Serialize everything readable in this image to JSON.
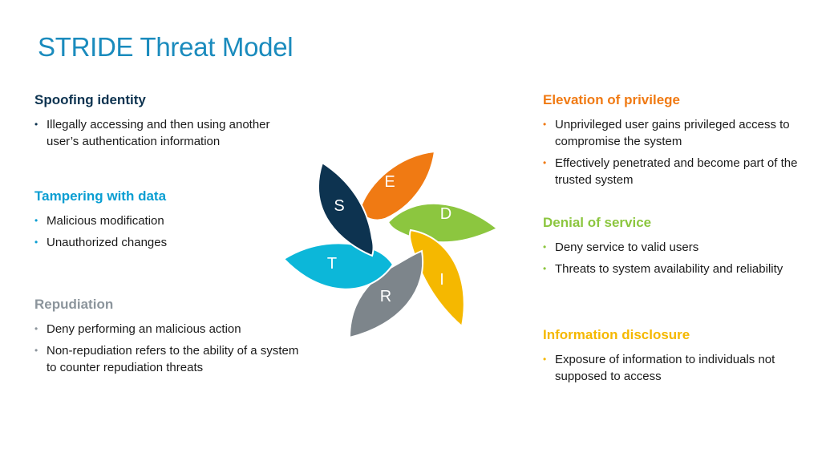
{
  "title": "STRIDE Threat Model",
  "sections": {
    "spoofing": {
      "heading": "Spoofing identity",
      "color": "#0d3350",
      "items": [
        "Illegally accessing and then using another user’s authentication information"
      ]
    },
    "tampering": {
      "heading": "Tampering with data",
      "color": "#0a9ed2",
      "items": [
        "Malicious modification",
        "Unauthorized changes"
      ]
    },
    "repudiation": {
      "heading": "Repudiation",
      "color": "#8c959c",
      "items": [
        "Deny performing an malicious action",
        "Non-repudiation refers to the ability of a system to counter repudiation threats"
      ]
    },
    "elevation": {
      "heading": "Elevation of privilege",
      "color": "#f07a13",
      "items": [
        "Unprivileged user gains privileged access to compromise the system",
        "Effectively penetrated and become part of the trusted system"
      ]
    },
    "denial": {
      "heading": "Denial of service",
      "color": "#8cc63f",
      "items": [
        "Deny service to valid users",
        "Threats to system availability and reliability"
      ]
    },
    "disclosure": {
      "heading": "Information disclosure",
      "color": "#f5b800",
      "items": [
        "Exposure of information to individuals not supposed to access"
      ]
    }
  },
  "petals": {
    "s": {
      "letter": "S",
      "color": "#0d3350"
    },
    "e": {
      "letter": "E",
      "color": "#f07a13"
    },
    "d": {
      "letter": "D",
      "color": "#8cc63f"
    },
    "i": {
      "letter": "I",
      "color": "#f5b800"
    },
    "r": {
      "letter": "R",
      "color": "#7d858b"
    },
    "t": {
      "letter": "T",
      "color": "#0cb7d9"
    }
  },
  "bullet": "•"
}
